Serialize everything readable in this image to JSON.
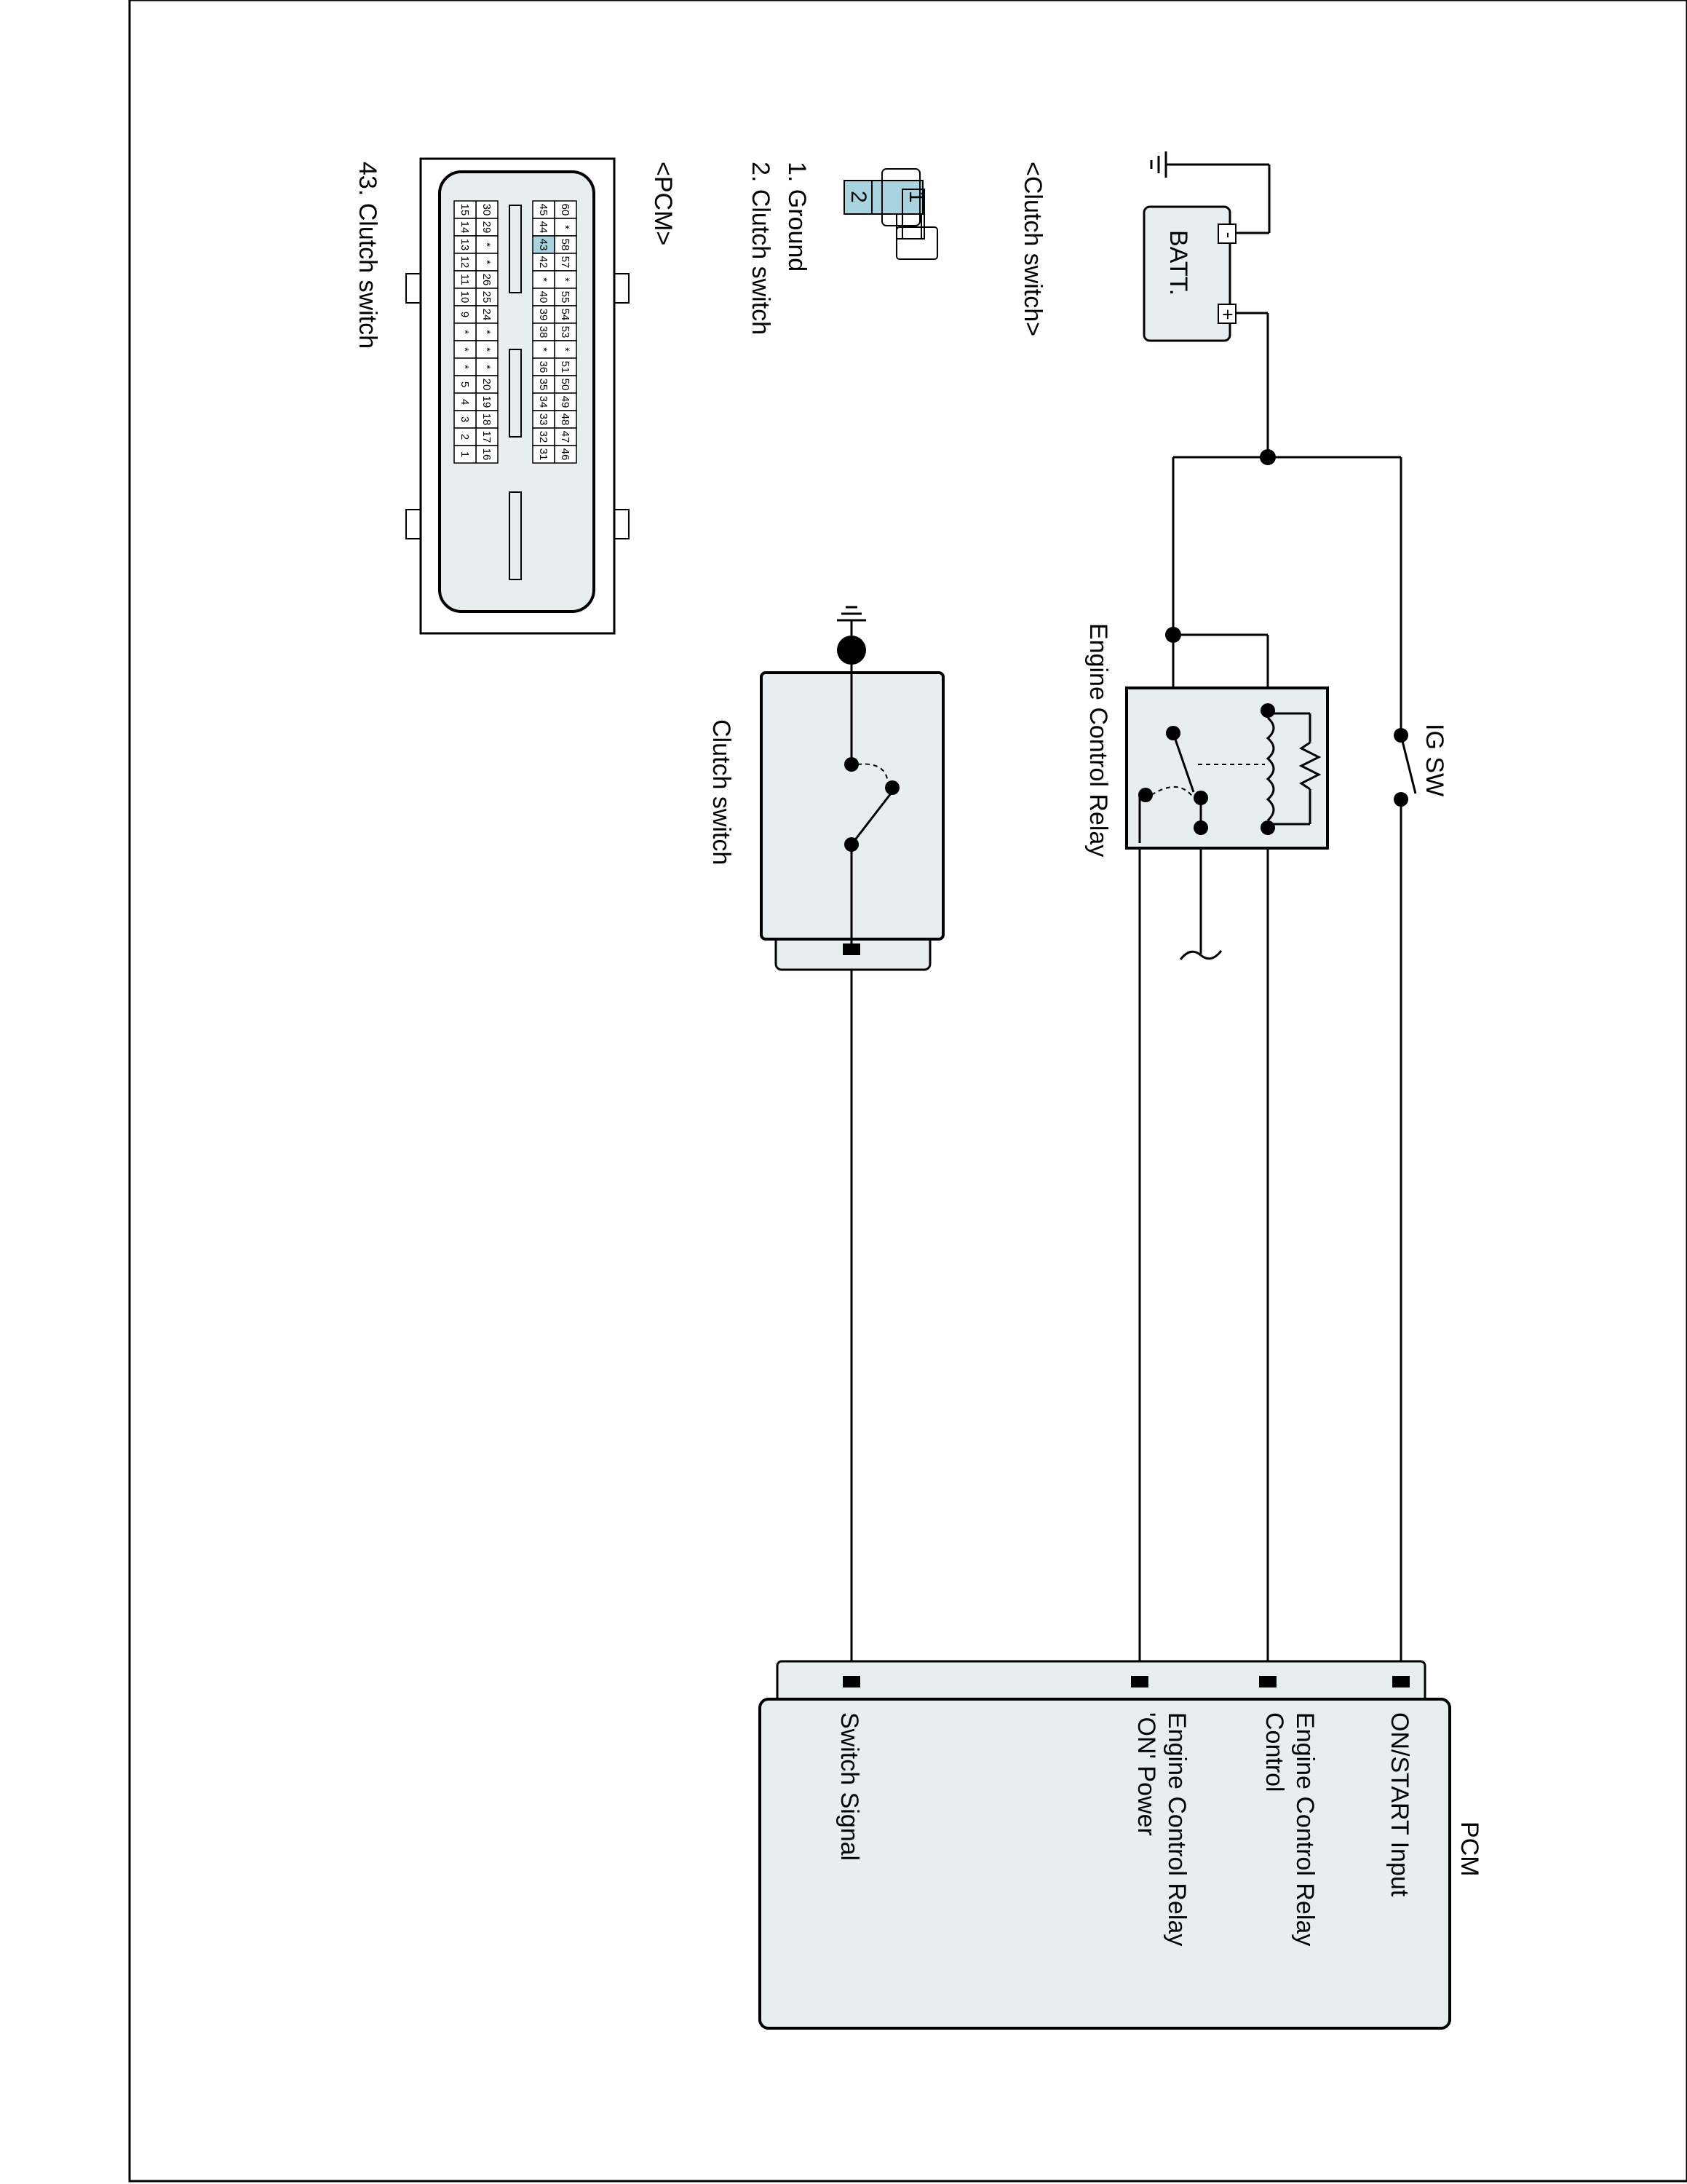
{
  "labels": {
    "battery": "BATT.",
    "battery_minus": "-",
    "battery_plus": "+",
    "ig_sw": "IG SW",
    "engine_control_relay": "Engine Control Relay",
    "clutch_switch": "Clutch switch",
    "pcm": "PCM"
  },
  "pcm_pins": {
    "on_start_input": "ON/START Input",
    "relay_control_line1": "Engine Control Relay",
    "relay_control_line2": "Control",
    "relay_power_line1": "Engine Control Relay",
    "relay_power_line2": "'ON' Power",
    "switch_signal": "Switch Signal"
  },
  "clutch_connector": {
    "title": "<Clutch switch>",
    "pin1": "1",
    "pin2": "2",
    "legend1": "1. Ground",
    "legend2": "2. Clutch switch"
  },
  "pcm_connector": {
    "title": "<PCM>",
    "legend": "43. Clutch switch",
    "highlight_pin": "43",
    "row_a": [
      "60",
      "*",
      "58",
      "57",
      "*",
      "55",
      "54",
      "53",
      "*",
      "51",
      "50",
      "49",
      "48",
      "47",
      "46"
    ],
    "row_b": [
      "45",
      "44",
      "43",
      "42",
      "*",
      "40",
      "39",
      "38",
      "*",
      "36",
      "35",
      "34",
      "33",
      "32",
      "31"
    ],
    "row_c": [
      "30",
      "29",
      "*",
      "*",
      "26",
      "25",
      "24",
      "*",
      "*",
      "*",
      "20",
      "19",
      "18",
      "17",
      "16"
    ],
    "row_d": [
      "15",
      "14",
      "13",
      "12",
      "11",
      "10",
      "9",
      "*",
      "*",
      "*",
      "5",
      "4",
      "3",
      "2",
      "1"
    ]
  },
  "colors": {
    "component_fill": "#e7eef0",
    "highlight_fill": "#a9d3de",
    "line": "#000000"
  }
}
